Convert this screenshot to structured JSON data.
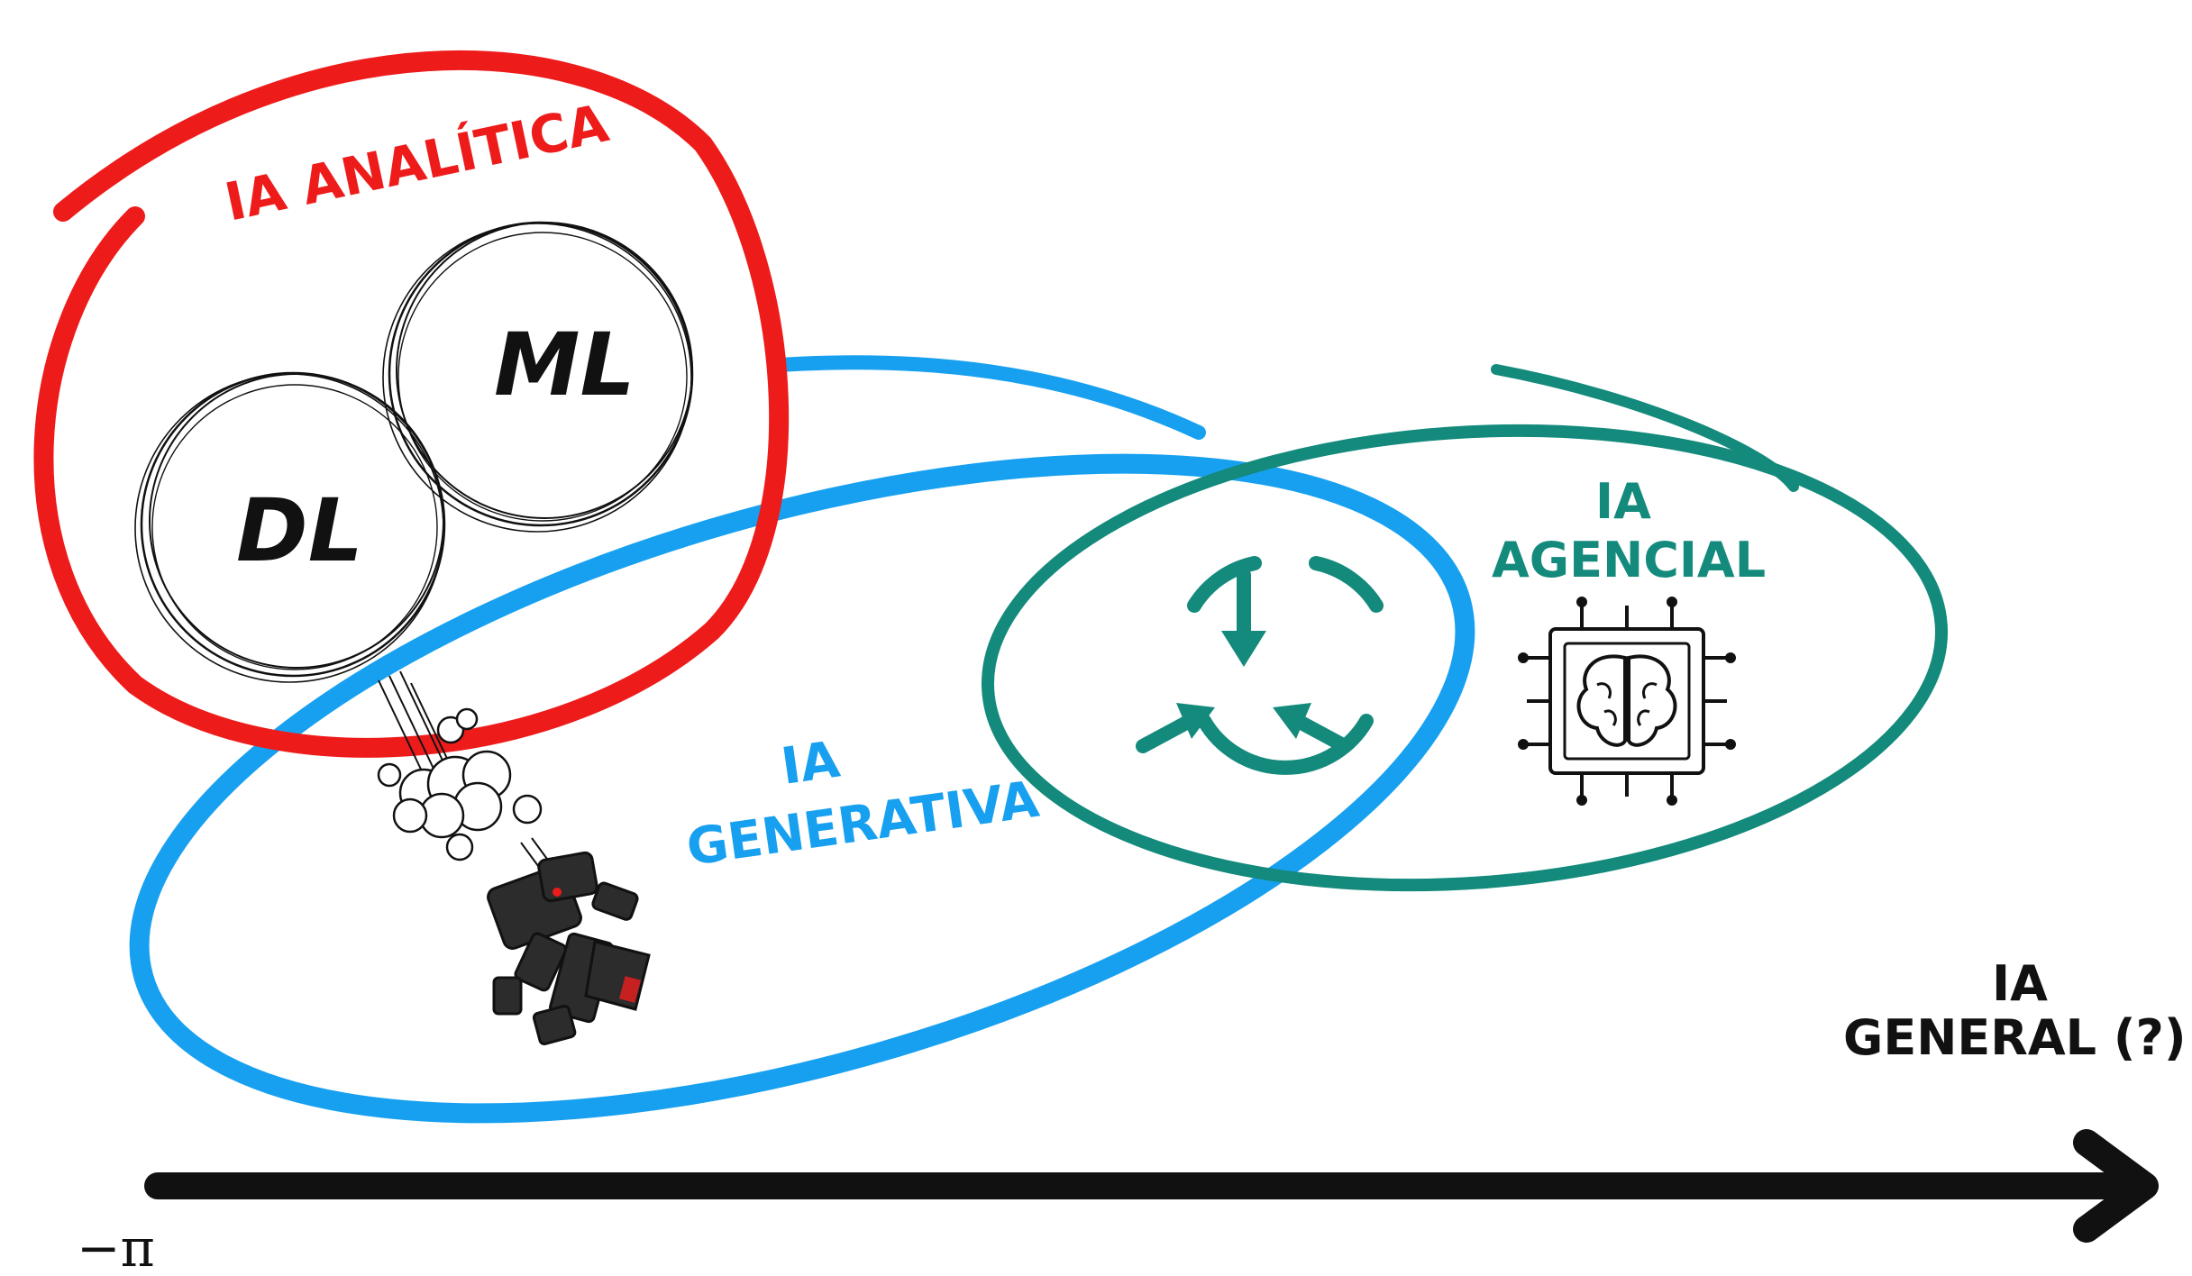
{
  "labels": {
    "analitica": "IA ANALÍTICA",
    "ml": "ML",
    "dl": "DL",
    "generativa_line1": "IA",
    "generativa_line2": "GENERATIVA",
    "agencial_line1": "IA",
    "agencial_line2": "AGENCIAL",
    "general_line1": "IA",
    "general_line2": "GENERAL (?)",
    "axis_origin": "−π"
  },
  "icons": {
    "cycle": "agent-cycle-icon",
    "chip": "ai-brain-chip-icon",
    "robot": "falling-robot-icon"
  },
  "colors": {
    "analitica": "#ee1b1b",
    "generativa": "#18a0f0",
    "agencial": "#138a7c",
    "ink": "#111111"
  }
}
